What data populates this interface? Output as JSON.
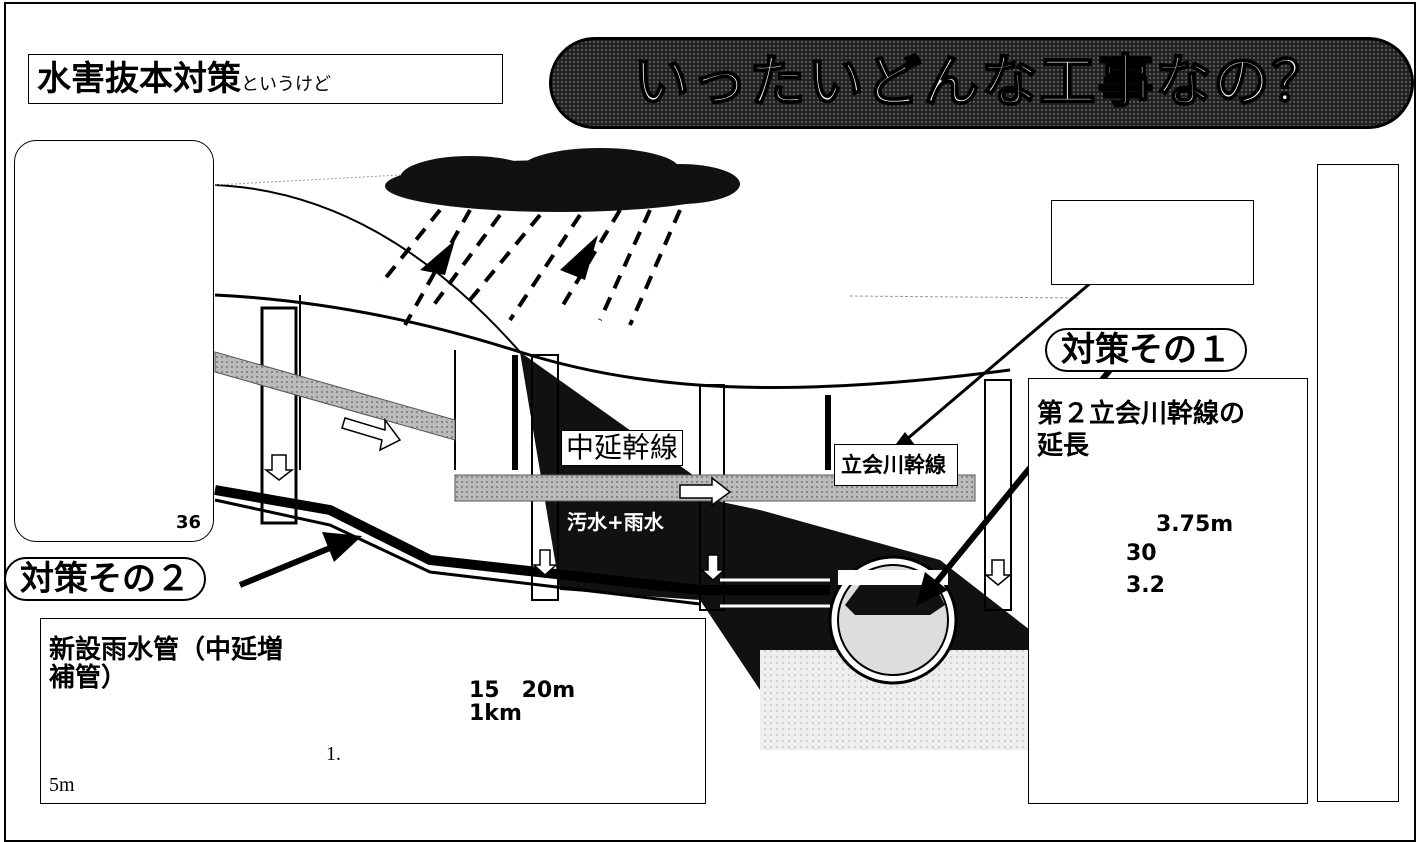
{
  "header": {
    "title_main": "水害抜本対策",
    "title_sub": "というけど",
    "banner": "いったいどんな工事なの？"
  },
  "left_box": {
    "value": "36"
  },
  "measure_1": {
    "tag": "対策その１",
    "heading_line1": "第２立会川幹線の",
    "heading_line2": "延長",
    "v1": "3.75m",
    "v2": "30",
    "v3": "3.2"
  },
  "measure_2": {
    "tag": "対策その２",
    "heading_line1": "新設雨水管（中延増",
    "heading_line2": "補管）",
    "v1": "15　20m",
    "v2": "1km",
    "v3": "1.",
    "v4": "5m"
  },
  "diagram_labels": {
    "nakanobu": "中延幹線",
    "tachiai": "立会川幹線",
    "sewage": "汚水+雨水"
  },
  "colors": {
    "border": "#000000",
    "banner_bg": "#222222",
    "pipe": "#8a8a8a"
  }
}
